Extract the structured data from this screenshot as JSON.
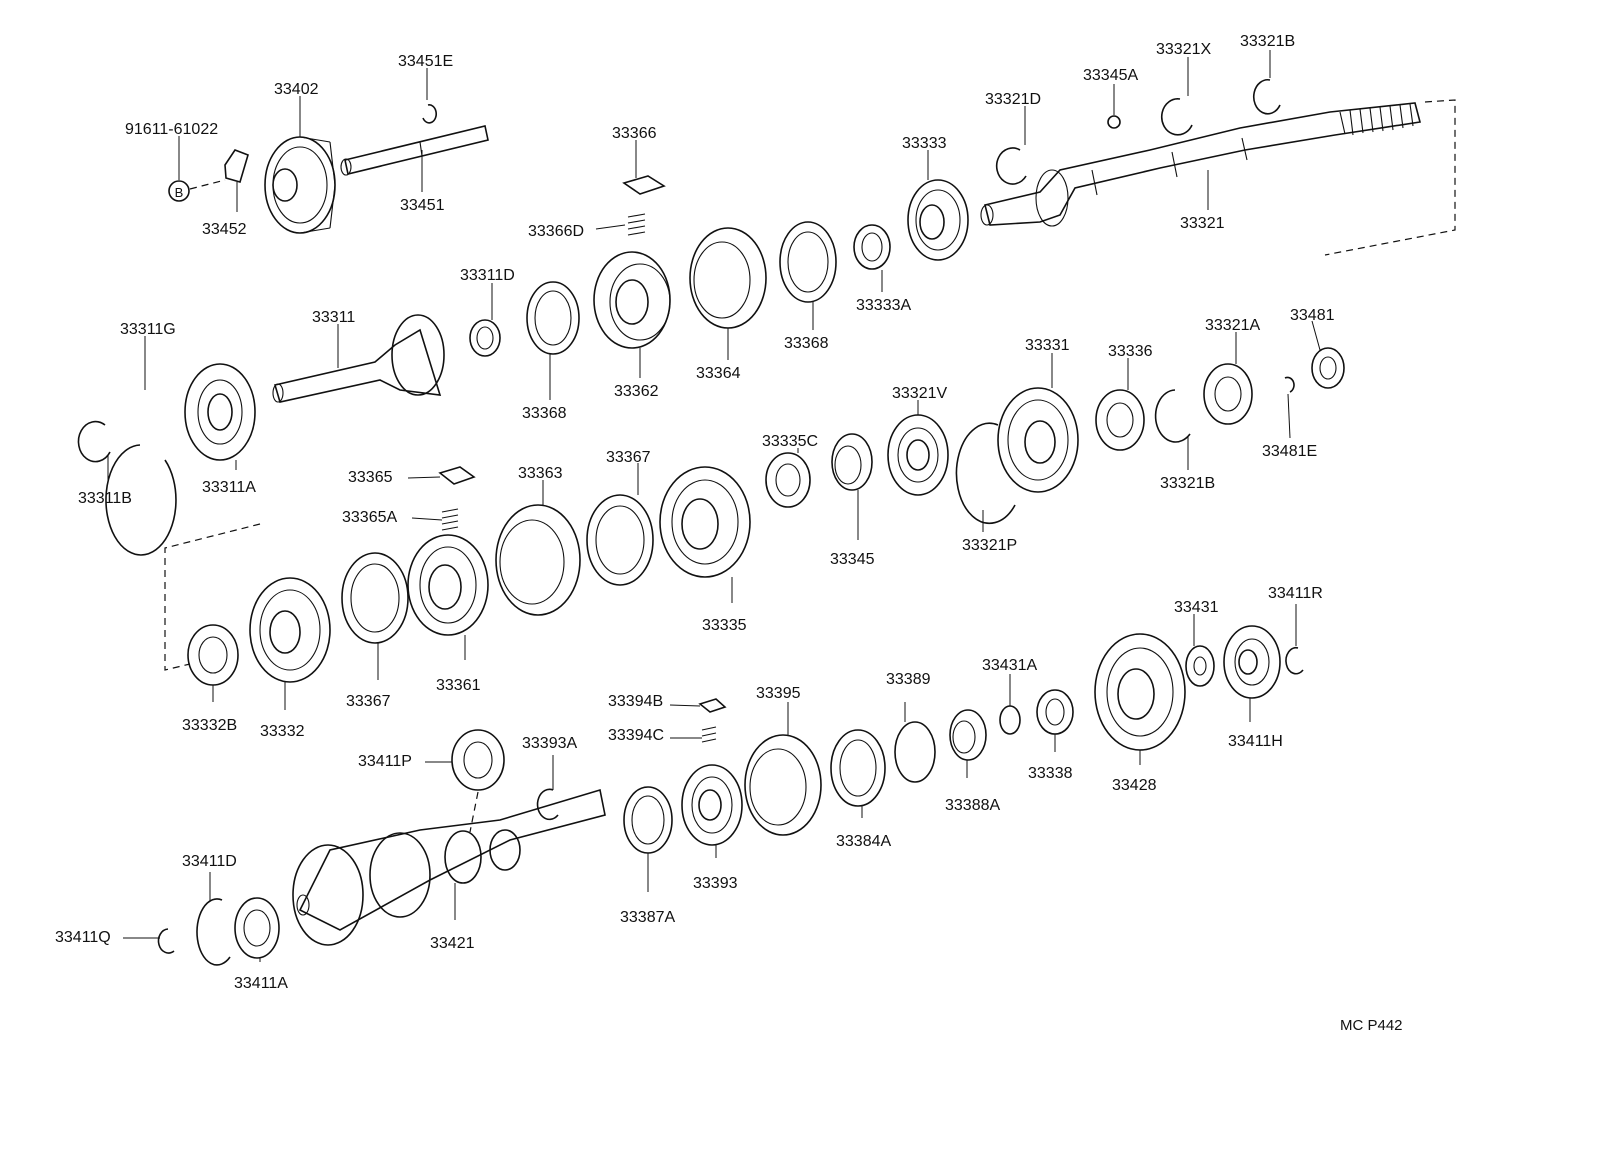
{
  "colors": {
    "ink": "#111111",
    "paper": "#ffffff"
  },
  "diagram_code": "MC P442",
  "callout_symbol": "B",
  "labels": {
    "p33451E": "33451E",
    "p33402": "33402",
    "p91611": "91611-61022",
    "p33452": "33452",
    "p33451": "33451",
    "p33366": "33366",
    "p33366D": "33366D",
    "p33333": "33333",
    "p33321D": "33321D",
    "p33345A": "33345A",
    "p33321X": "33321X",
    "p33321B_top": "33321B",
    "p33321": "33321",
    "p33333A": "33333A",
    "p33368_top": "33368",
    "p33364": "33364",
    "p33362": "33362",
    "p33368_mid": "33368",
    "p33311D": "33311D",
    "p33311": "33311",
    "p33311G": "33311G",
    "p33311A": "33311A",
    "p33311B": "33311B",
    "p33331": "33331",
    "p33336": "33336",
    "p33321A": "33321A",
    "p33481": "33481",
    "p33481E": "33481E",
    "p33321B_mid": "33321B",
    "p33321V": "33321V",
    "p33321P": "33321P",
    "p33335C": "33335C",
    "p33345": "33345",
    "p33367_top": "33367",
    "p33335": "33335",
    "p33363": "33363",
    "p33365": "33365",
    "p33365A": "33365A",
    "p33361": "33361",
    "p33367_bot": "33367",
    "p33332": "33332",
    "p33332B": "33332B",
    "p33431": "33431",
    "p33411R": "33411R",
    "p33411H": "33411H",
    "p33431A": "33431A",
    "p33428": "33428",
    "p33338": "33338",
    "p33389": "33389",
    "p33388A": "33388A",
    "p33395": "33395",
    "p33384A": "33384A",
    "p33394B": "33394B",
    "p33394C": "33394C",
    "p33393": "33393",
    "p33387A": "33387A",
    "p33393A": "33393A",
    "p33411P": "33411P",
    "p33421": "33421",
    "p33411D": "33411D",
    "p33411Q": "33411Q",
    "p33411A": "33411A"
  }
}
